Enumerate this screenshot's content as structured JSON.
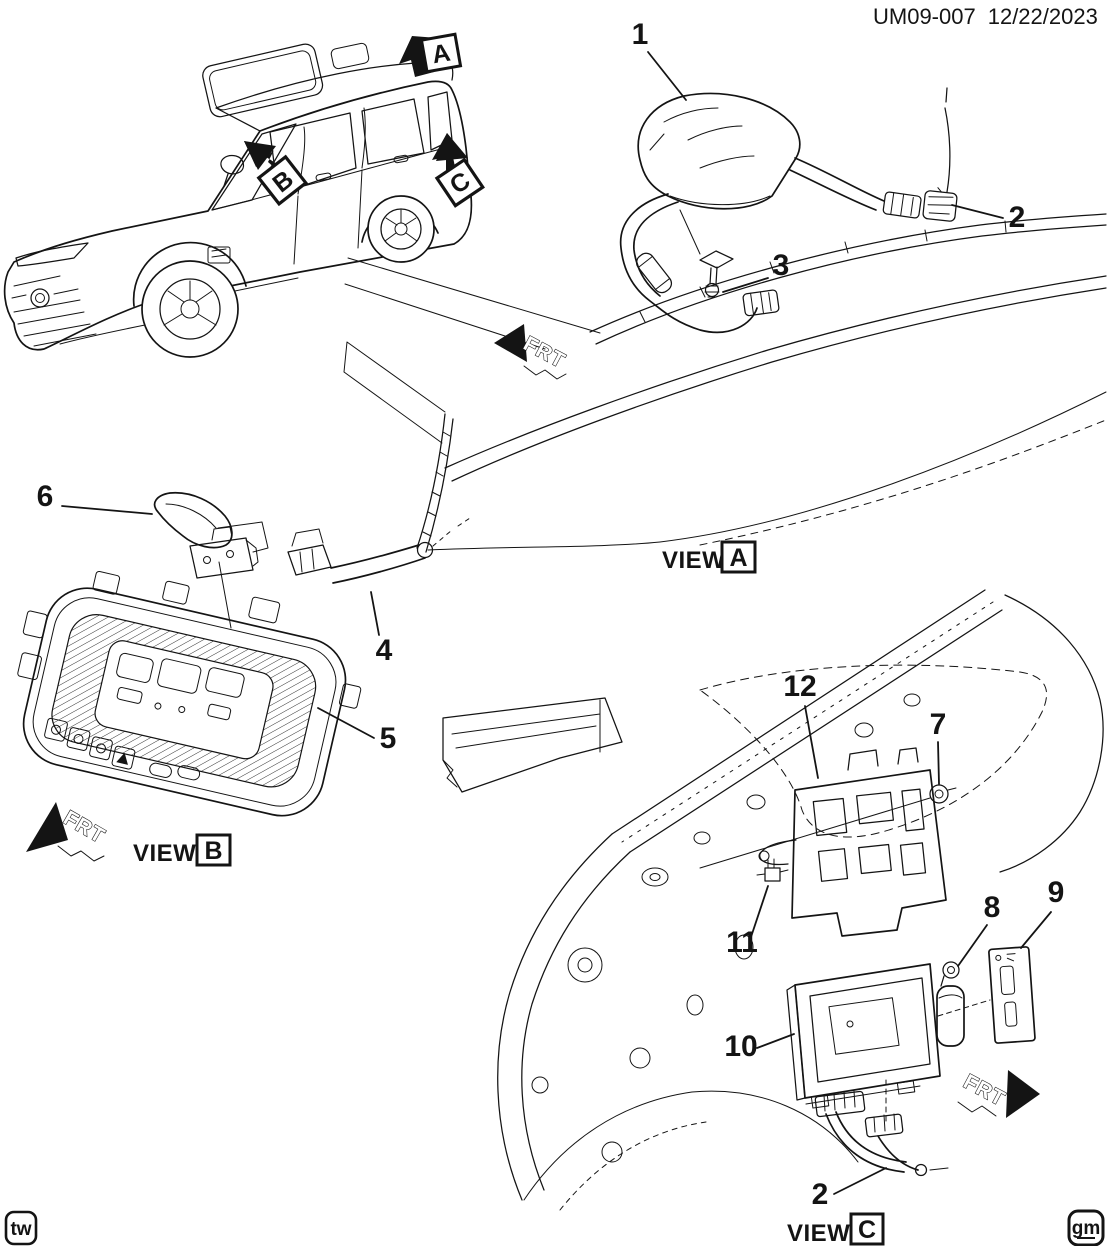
{
  "header": {
    "doc_code": "UM09-007",
    "date": "12/22/2023"
  },
  "labels": {
    "view": "VIEW",
    "frt": "FRT"
  },
  "view_markers": {
    "a": "A",
    "b": "B",
    "c": "C"
  },
  "callouts": {
    "c1": "1",
    "c2": "2",
    "c3": "3",
    "c4": "4",
    "c5": "5",
    "c6": "6",
    "c7": "7",
    "c8": "8",
    "c9": "9",
    "c10": "10",
    "c11": "11",
    "c12": "12",
    "c2_view_c": "2"
  },
  "corner_marks": {
    "left": "tw",
    "right": "gm"
  },
  "colors": {
    "ink": "#141414",
    "paper": "#ffffff"
  }
}
